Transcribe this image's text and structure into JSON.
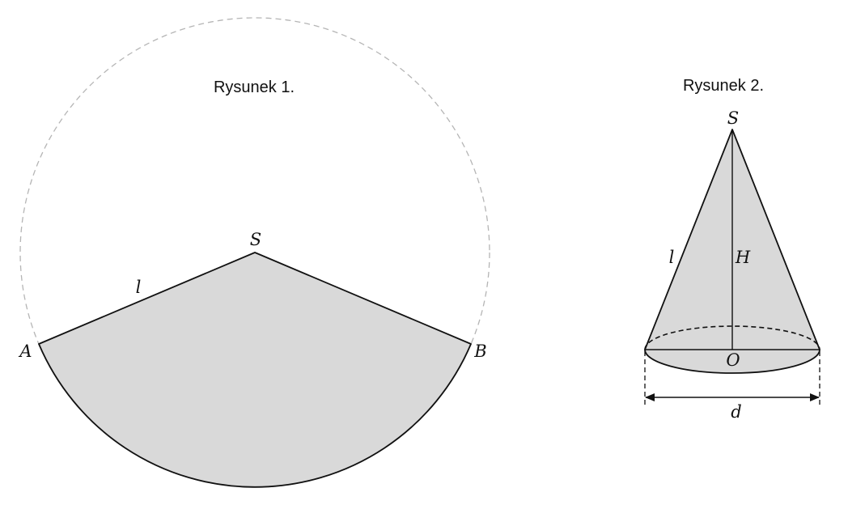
{
  "figure1": {
    "caption": "Rysunek 1.",
    "labels": {
      "apex": "S",
      "left_end": "A",
      "right_end": "B",
      "slant": "l"
    }
  },
  "figure2": {
    "caption": "Rysunek 2.",
    "labels": {
      "apex": "S",
      "slant": "l",
      "height": "H",
      "center": "O",
      "diameter": "d"
    }
  },
  "colors": {
    "fill": "#d9d9d9",
    "stroke": "#111111",
    "dashed_circle": "#b5b5b5"
  }
}
